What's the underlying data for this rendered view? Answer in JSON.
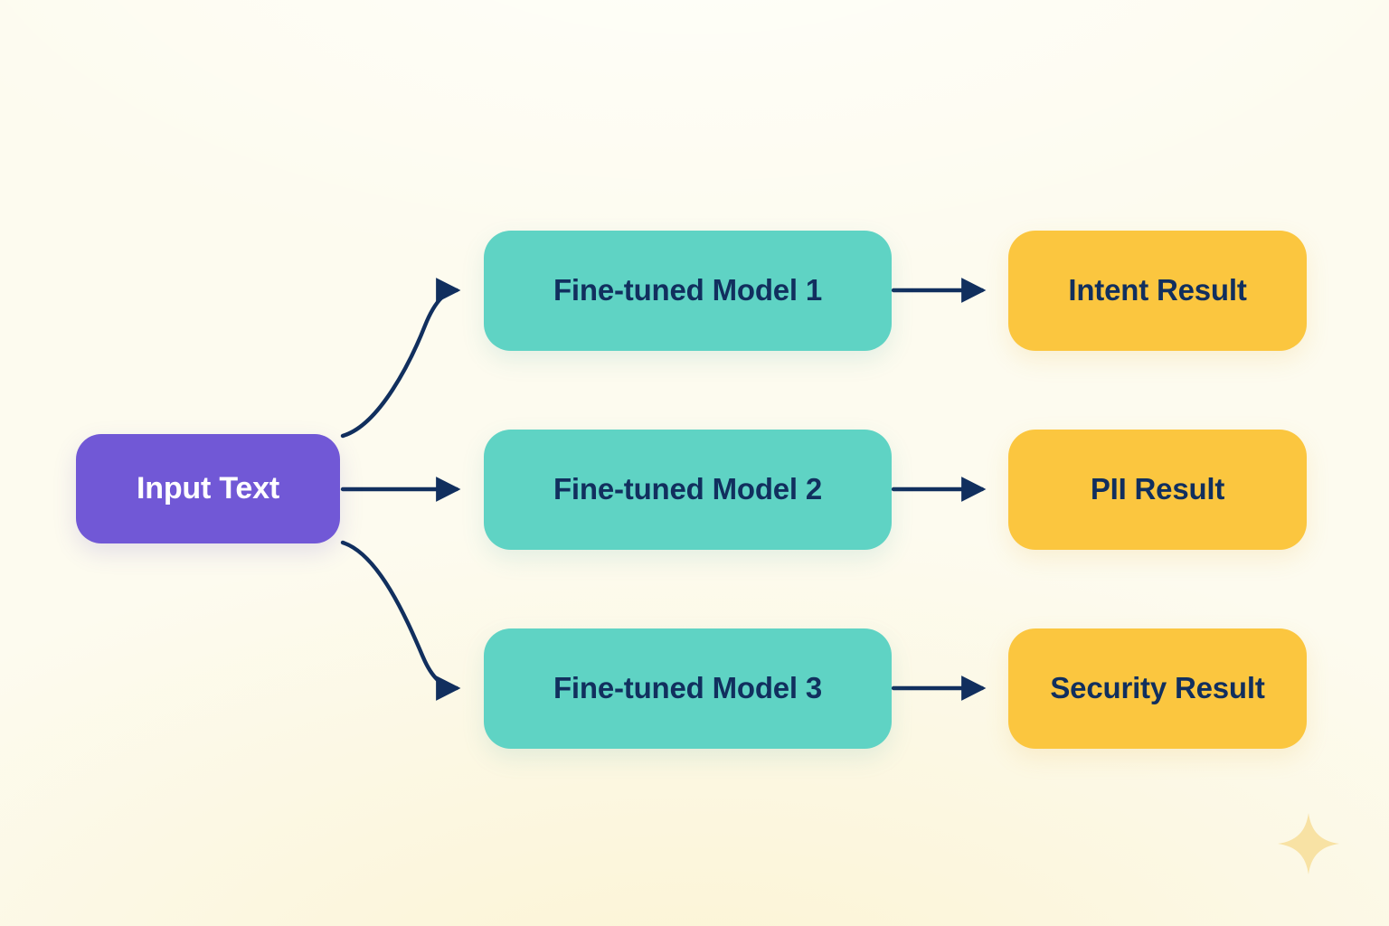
{
  "diagram": {
    "type": "flow-diagram",
    "background_color": "#FDFBEF",
    "accent_colors": {
      "input": "#7158D6",
      "model": "#5FD3C4",
      "result": "#FBC63F",
      "edge": "#112F5E",
      "sparkle": "#F8E0A0"
    },
    "input_node": {
      "label": "Input Text",
      "text_color": "#FFFFFF"
    },
    "model_nodes": [
      {
        "label": "Fine-tuned Model 1"
      },
      {
        "label": "Fine-tuned Model 2"
      },
      {
        "label": "Fine-tuned Model 3"
      }
    ],
    "result_nodes": [
      {
        "label": "Intent Result"
      },
      {
        "label": "PII Result"
      },
      {
        "label": "Security Result"
      }
    ],
    "edges": [
      {
        "from": "Input Text",
        "to": "Fine-tuned Model 1",
        "shape": "curved-up"
      },
      {
        "from": "Input Text",
        "to": "Fine-tuned Model 2",
        "shape": "straight"
      },
      {
        "from": "Input Text",
        "to": "Fine-tuned Model 3",
        "shape": "curved-down"
      },
      {
        "from": "Fine-tuned Model 1",
        "to": "Intent Result",
        "shape": "straight"
      },
      {
        "from": "Fine-tuned Model 2",
        "to": "PII Result",
        "shape": "straight"
      },
      {
        "from": "Fine-tuned Model 3",
        "to": "Security Result",
        "shape": "straight"
      }
    ],
    "decoration": {
      "sparkle_icon": "sparkle-icon"
    }
  }
}
